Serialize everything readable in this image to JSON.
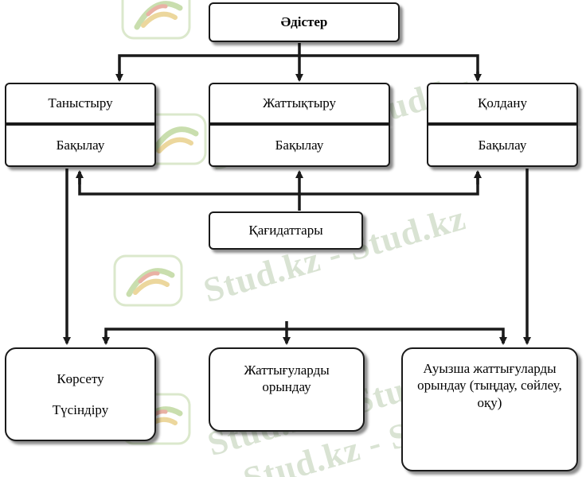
{
  "diagram": {
    "title": "Әдістер",
    "methods": [
      {
        "name": "Таныстыру",
        "control": "Бақылау"
      },
      {
        "name": "Жаттықтыру",
        "control": "Бақылау"
      },
      {
        "name": "Қолдану",
        "control": "Бақылау"
      }
    ],
    "principles": "Қағидаттары",
    "outcomes": {
      "show_explain": {
        "line1": "Көрсету",
        "line2": "Түсіндіру"
      },
      "exercises": "Жаттығуларды орындау",
      "oral": "Ауызша жаттығуларды орындау (тыңдау, сөйлеу, оқу)"
    }
  },
  "watermark": {
    "text": "Stud.kz - Stud.kz",
    "color": "#d9e3d3",
    "logo_colors": [
      "#c9deae",
      "#ecd79d",
      "#e9b1a4"
    ]
  }
}
